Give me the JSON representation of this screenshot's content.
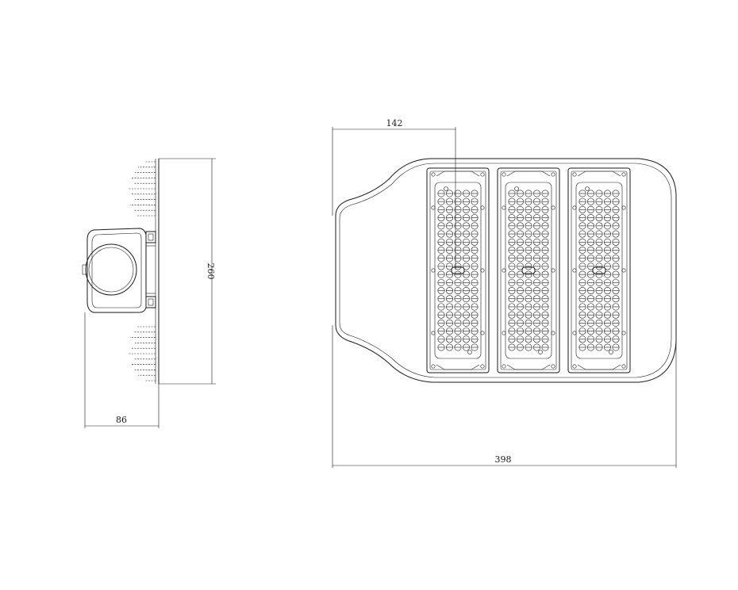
{
  "drawing": {
    "side_view": {
      "height_dimension": "260",
      "depth_dimension": "86"
    },
    "top_view": {
      "module_offset_dimension": "142",
      "overall_length_dimension": "398",
      "module_count": 3,
      "led_rows": 20,
      "led_cols": 5
    }
  }
}
